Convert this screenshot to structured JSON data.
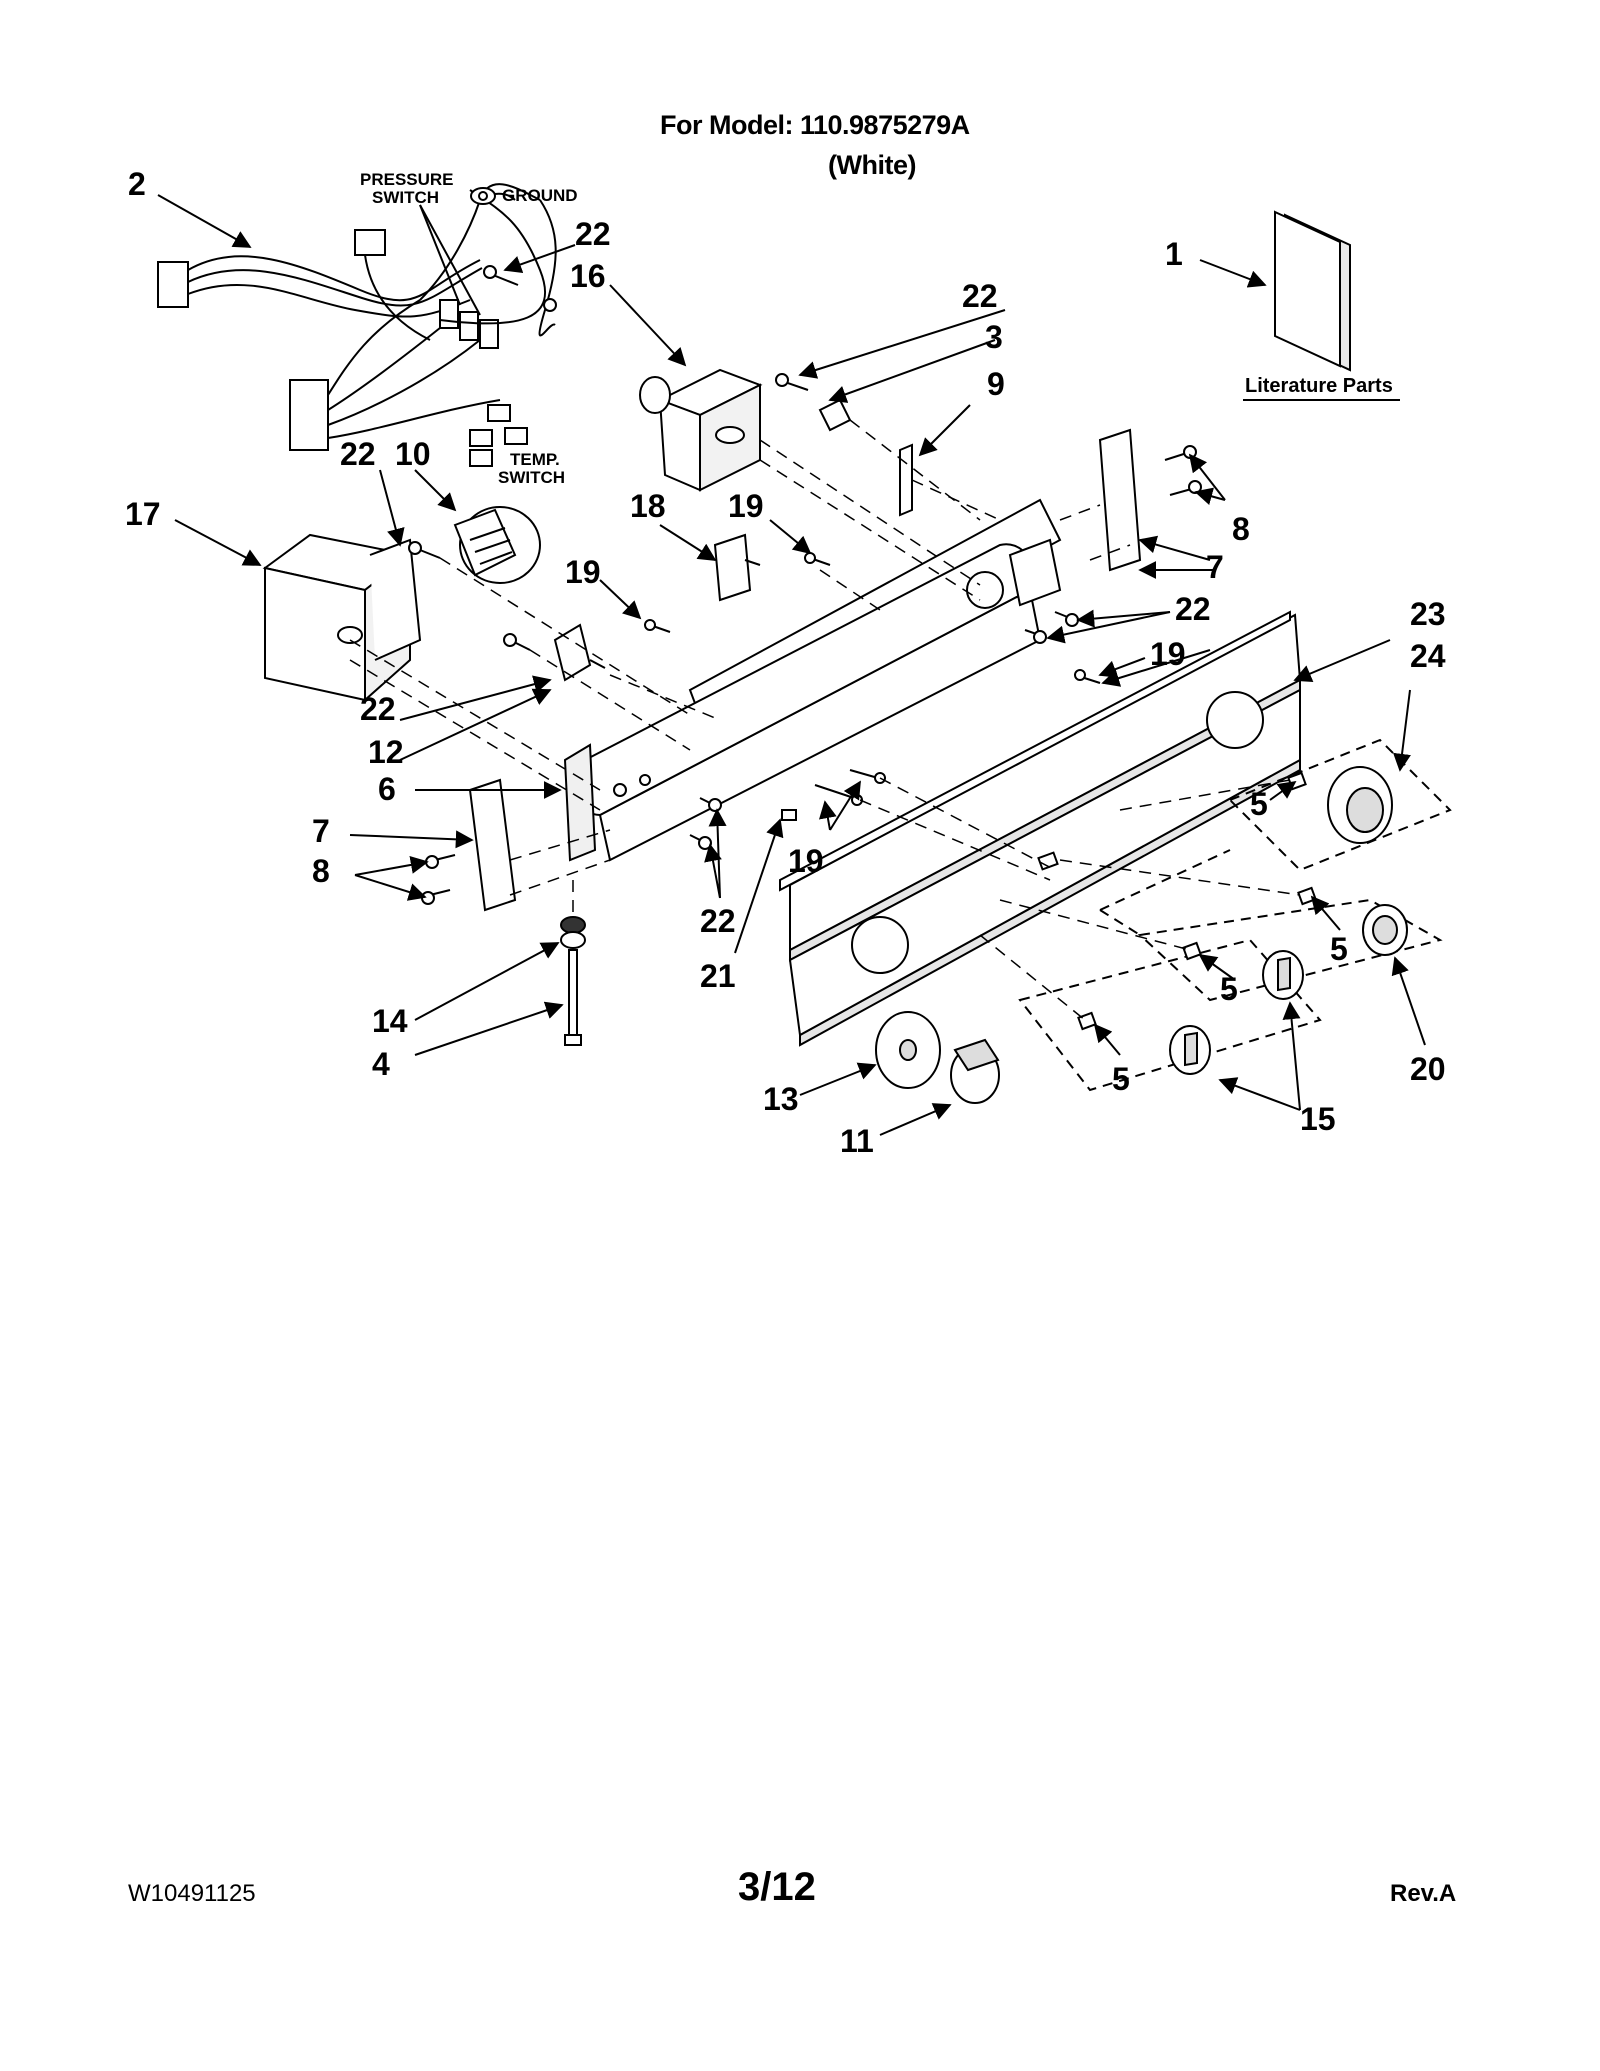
{
  "header": {
    "model_line": "For Model: 110.9875279A",
    "color_line": "(White)"
  },
  "labels": {
    "pressure_switch_1": "PRESSURE",
    "pressure_switch_2": "SWITCH",
    "ground": "GROUND",
    "temp_switch_1": "TEMP.",
    "temp_switch_2": "SWITCH",
    "literature_parts": "Literature Parts"
  },
  "callouts": {
    "c1": "1",
    "c2": "2",
    "c3": "3",
    "c4": "4",
    "c5a": "5",
    "c5b": "5",
    "c5c": "5",
    "c5d": "5",
    "c6": "6",
    "c7a": "7",
    "c7b": "7",
    "c8a": "8",
    "c8b": "8",
    "c9": "9",
    "c10": "10",
    "c11": "11",
    "c12": "12",
    "c13": "13",
    "c14": "14",
    "c15": "15",
    "c16": "16",
    "c17": "17",
    "c18": "18",
    "c19a": "19",
    "c19b": "19",
    "c19c": "19",
    "c19d": "19",
    "c20": "20",
    "c21": "21",
    "c22a": "22",
    "c22b": "22",
    "c22c": "22",
    "c22d": "22",
    "c22e": "22",
    "c22f": "22",
    "c23": "23",
    "c24": "24"
  },
  "footer": {
    "doc_number": "W10491125",
    "page": "3/12",
    "revision": "Rev.A"
  }
}
